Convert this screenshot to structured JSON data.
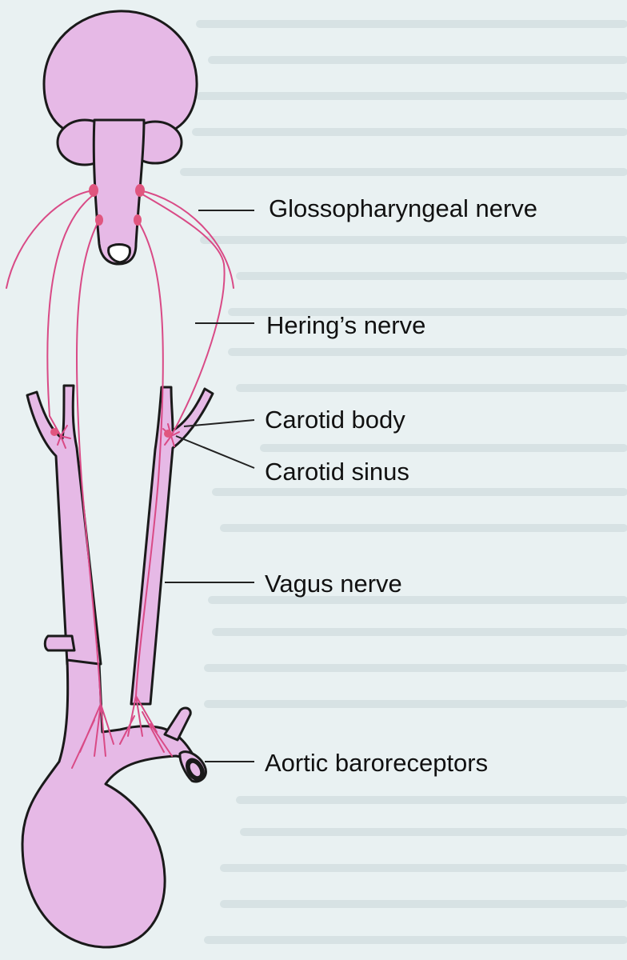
{
  "diagram": {
    "labels": {
      "glossopharyngeal": "Glossopharyngeal nerve",
      "hering": "Hering’s nerve",
      "carotid_body": "Carotid body",
      "carotid_sinus": "Carotid sinus",
      "vagus": "Vagus nerve",
      "aortic": "Aortic baroreceptors"
    },
    "colors": {
      "background": "#e9f1f2",
      "tissue_fill": "#e6b9e6",
      "outline": "#1a1a1a",
      "nerve": "#d94a86",
      "ganglion": "#e0567f",
      "label_text": "#111111"
    }
  }
}
